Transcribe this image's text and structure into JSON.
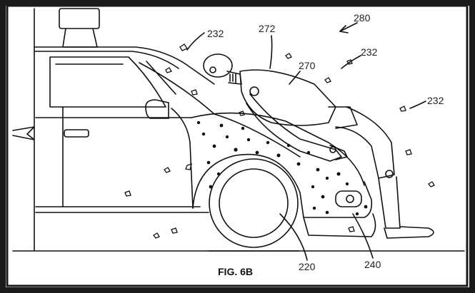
{
  "figure": {
    "caption": "FIG. 6B",
    "labels": {
      "system": "280",
      "particles_a": "232",
      "particles_b": "232",
      "particles_c": "232",
      "head": "272",
      "pedestrian": "270",
      "front_end": "220",
      "bumper": "240"
    },
    "colors": {
      "frame_dark": "#1a1a1a",
      "line": "#111111",
      "paper": "#ffffff"
    }
  }
}
